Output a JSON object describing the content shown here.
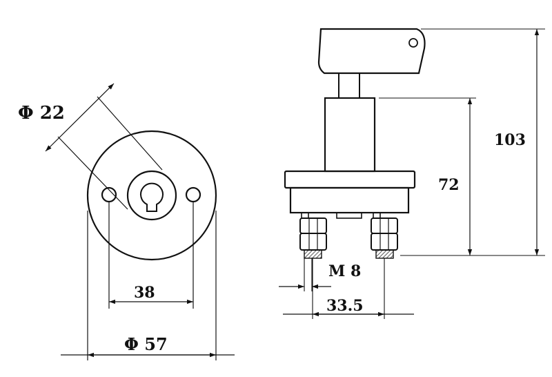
{
  "dimensions": {
    "bore_diameter": "Φ 22",
    "hole_spacing": "38",
    "base_diameter": "Φ 57",
    "thread": "M 8",
    "terminal_spacing": "33.5",
    "body_height": "72",
    "total_height": "103"
  }
}
